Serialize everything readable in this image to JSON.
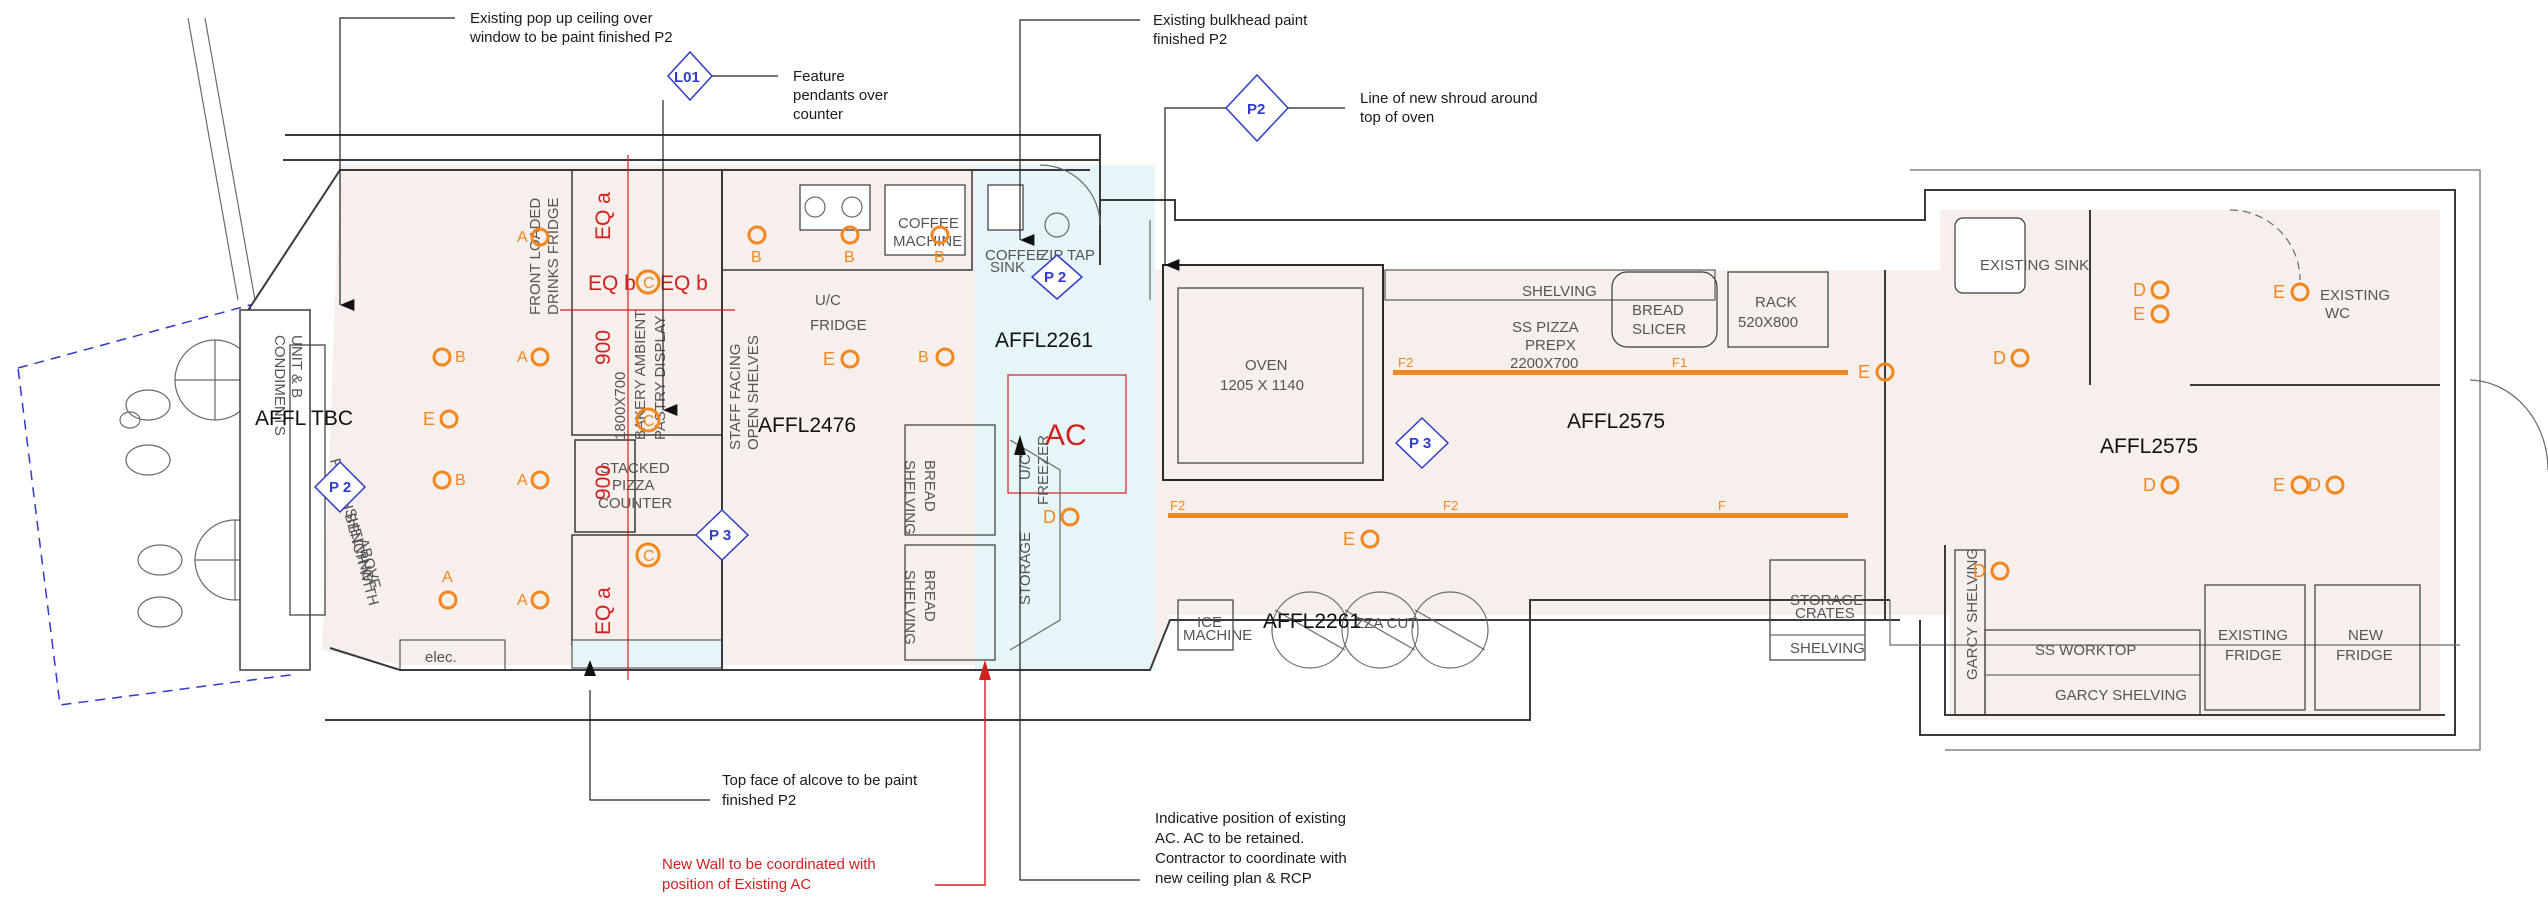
{
  "colors": {
    "wall": "#3a3a3a",
    "floor": "#f6efeb",
    "accent_orange": "#f2861f",
    "accent_red": "#d21f1f",
    "tag_blue": "#2f3bc9",
    "freezer_zone": "#e6f5f8",
    "outdoor_dashed": "#2f3bc9"
  },
  "notes": {
    "popup_ceiling_1": "Existing pop up ceiling over",
    "popup_ceiling_2": "window to be paint finished P2",
    "feature_pendants_1": "Feature",
    "feature_pendants_2": "pendants over",
    "feature_pendants_3": "counter",
    "bulkhead_1": "Existing bulkhead paint",
    "bulkhead_2": "finished P2",
    "shroud_1": "Line of new shroud around",
    "shroud_2": "top of oven",
    "alcove_1": "Top face of alcove to be paint",
    "alcove_2": "finished P2",
    "new_wall_1": "New Wall to be coordinated with",
    "new_wall_2": "position of Existing AC",
    "ac_1": "Indicative position of existing",
    "ac_2": "AC. AC to be retained.",
    "ac_3": "Contractor to coordinate with",
    "ac_4": "new ceiling plan & RCP"
  },
  "tags": {
    "l01": "L01",
    "p2_top": "P2",
    "p2_bulkhead": "P 2",
    "p2_window": "P 2",
    "p3_counter": "P 3",
    "p3_kitchen": "P 3"
  },
  "levels": {
    "front": "AFFL TBC",
    "servery": "AFFL2476",
    "kitchen_upper": "AFFL2261",
    "kitchen_mid": "AFFL2575",
    "rear": "AFFL2575",
    "kitchen_lower": "AFFL2261"
  },
  "rooms": {
    "drinks_fridge_1": "FRONT LOADED",
    "drinks_fridge_2": "DRINKS FRIDGE",
    "bakery_1": "1800X700",
    "bakery_2": "BAKERY AMBIENT",
    "bakery_3": "PASTRY DISPLAY",
    "staff_shelves_1": "STAFF FACING",
    "staff_shelves_2": "OPEN SHELVES",
    "stacked_pizza_1": "STACKED",
    "stacked_pizza_2": "PIZZA",
    "stacked_pizza_3": "COUNTER",
    "condiments_1": "CONDIMENTS",
    "condiments_2": "UNIT & B",
    "bench_1": "PERCH BENCH WITH",
    "bench_2": "SHELVING",
    "bench_3": "ABOVE",
    "coffee_1": "COFFEE",
    "coffee_2": "MACHINE",
    "uc_fridge_1": "U/C",
    "uc_fridge_2": "FRIDGE",
    "coffee_sink_1": "COFFEE",
    "coffee_sink_2": "SINK",
    "zip_tap": "ZIP TAP",
    "bread_shelving_1": "BREAD",
    "bread_shelving_2": "SHELVING",
    "uc_freezer_1": "U/C",
    "uc_freezer_2": "FREEZER",
    "storage": "STORAGE",
    "ac": "AC",
    "elec": "elec.",
    "ice_1": "ICE",
    "ice_2": "MACHINE",
    "pizza_cut": "ZZA CUT",
    "oven_1": "OVEN",
    "oven_2": "1205 X 1140",
    "shelving": "SHELVING",
    "prep_1": "SS PIZZA",
    "prep_2": "PREPX",
    "prep_3": "2200X700",
    "slicer_1": "BREAD",
    "slicer_2": "SLICER",
    "rack_1": "RACK",
    "rack_2": "520X800",
    "storage_crates_1": "STORAGE",
    "storage_crates_2": "CRATES",
    "crates_shelving": "SHELVING",
    "existing_sink": "EXISTING SINK",
    "wc_1": "EXISTING",
    "wc_2": "WC",
    "garcy_v": "GARCY SHELVING",
    "garcy_h": "GARCY SHELVING",
    "worktop": "SS WORKTOP",
    "existing_fridge_1": "EXISTING",
    "existing_fridge_2": "FRIDGE",
    "new_fridge_1": "NEW",
    "new_fridge_2": "FRIDGE"
  },
  "dimensions": {
    "eq_a_top": "EQ a",
    "eq_b_left": "EQ b",
    "eq_b_right": "EQ b",
    "d900_top": "900",
    "d900_mid": "900",
    "eq_a_bottom": "EQ a"
  },
  "markers": {
    "A": "A",
    "B": "B",
    "C": "C",
    "D": "D",
    "E": "E",
    "F": "F",
    "F1": "F1",
    "F2": "F2"
  }
}
